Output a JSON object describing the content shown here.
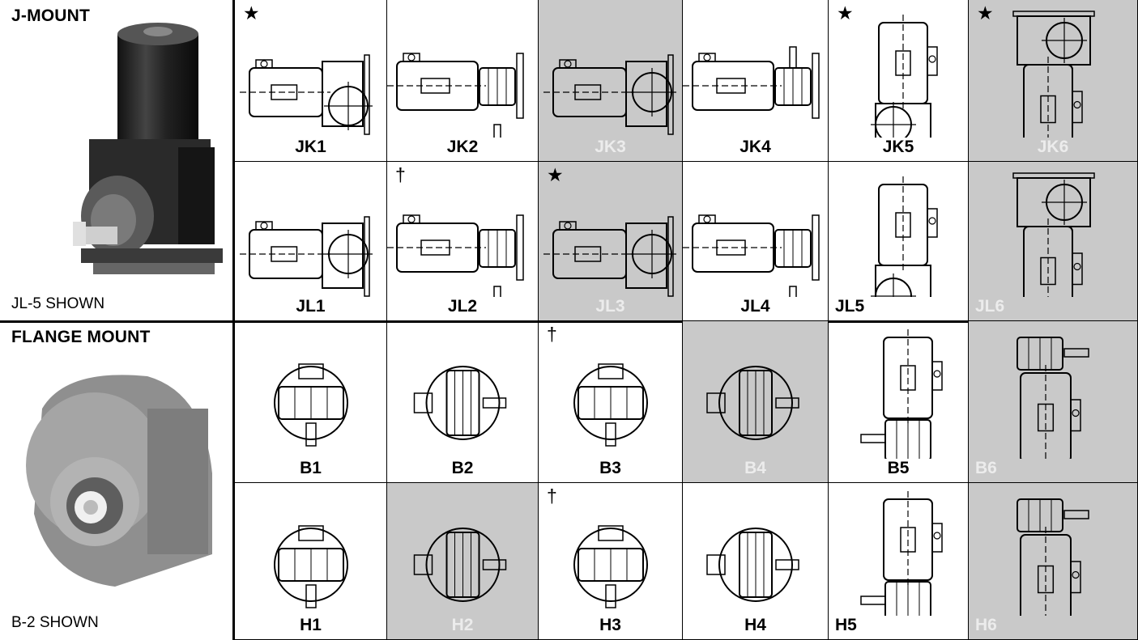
{
  "panels": [
    {
      "heading": "J-MOUNT",
      "caption": "JL-5 SHOWN"
    },
    {
      "heading": "FLANGE MOUNT",
      "caption": "B-2 SHOWN"
    }
  ],
  "rows": [
    [
      {
        "label": "JK1",
        "mark": "★"
      },
      {
        "label": "JK2",
        "mark": ""
      },
      {
        "label": "JK3",
        "mark": ""
      },
      {
        "label": "JK4",
        "mark": ""
      },
      {
        "label": "JK5",
        "mark": "★"
      },
      {
        "label": "JK6",
        "mark": "★"
      }
    ],
    [
      {
        "label": "JL1",
        "mark": ""
      },
      {
        "label": "JL2",
        "mark": "†"
      },
      {
        "label": "JL3",
        "mark": "★"
      },
      {
        "label": "JL4",
        "mark": ""
      },
      {
        "label": "JL5",
        "mark": ""
      },
      {
        "label": "JL6",
        "mark": ""
      }
    ],
    [
      {
        "label": "B1",
        "mark": ""
      },
      {
        "label": "B2",
        "mark": ""
      },
      {
        "label": "B3",
        "mark": "†"
      },
      {
        "label": "B4",
        "mark": ""
      },
      {
        "label": "B5",
        "mark": ""
      },
      {
        "label": "B6",
        "mark": ""
      }
    ],
    [
      {
        "label": "H1",
        "mark": ""
      },
      {
        "label": "H2",
        "mark": ""
      },
      {
        "label": "H3",
        "mark": "†"
      },
      {
        "label": "H4",
        "mark": ""
      },
      {
        "label": "H5",
        "mark": ""
      },
      {
        "label": "H6",
        "mark": ""
      }
    ]
  ],
  "colors": {
    "shaded_cell": "#c9c9c9",
    "line": "#000000",
    "shaded_label": "#ececec"
  }
}
